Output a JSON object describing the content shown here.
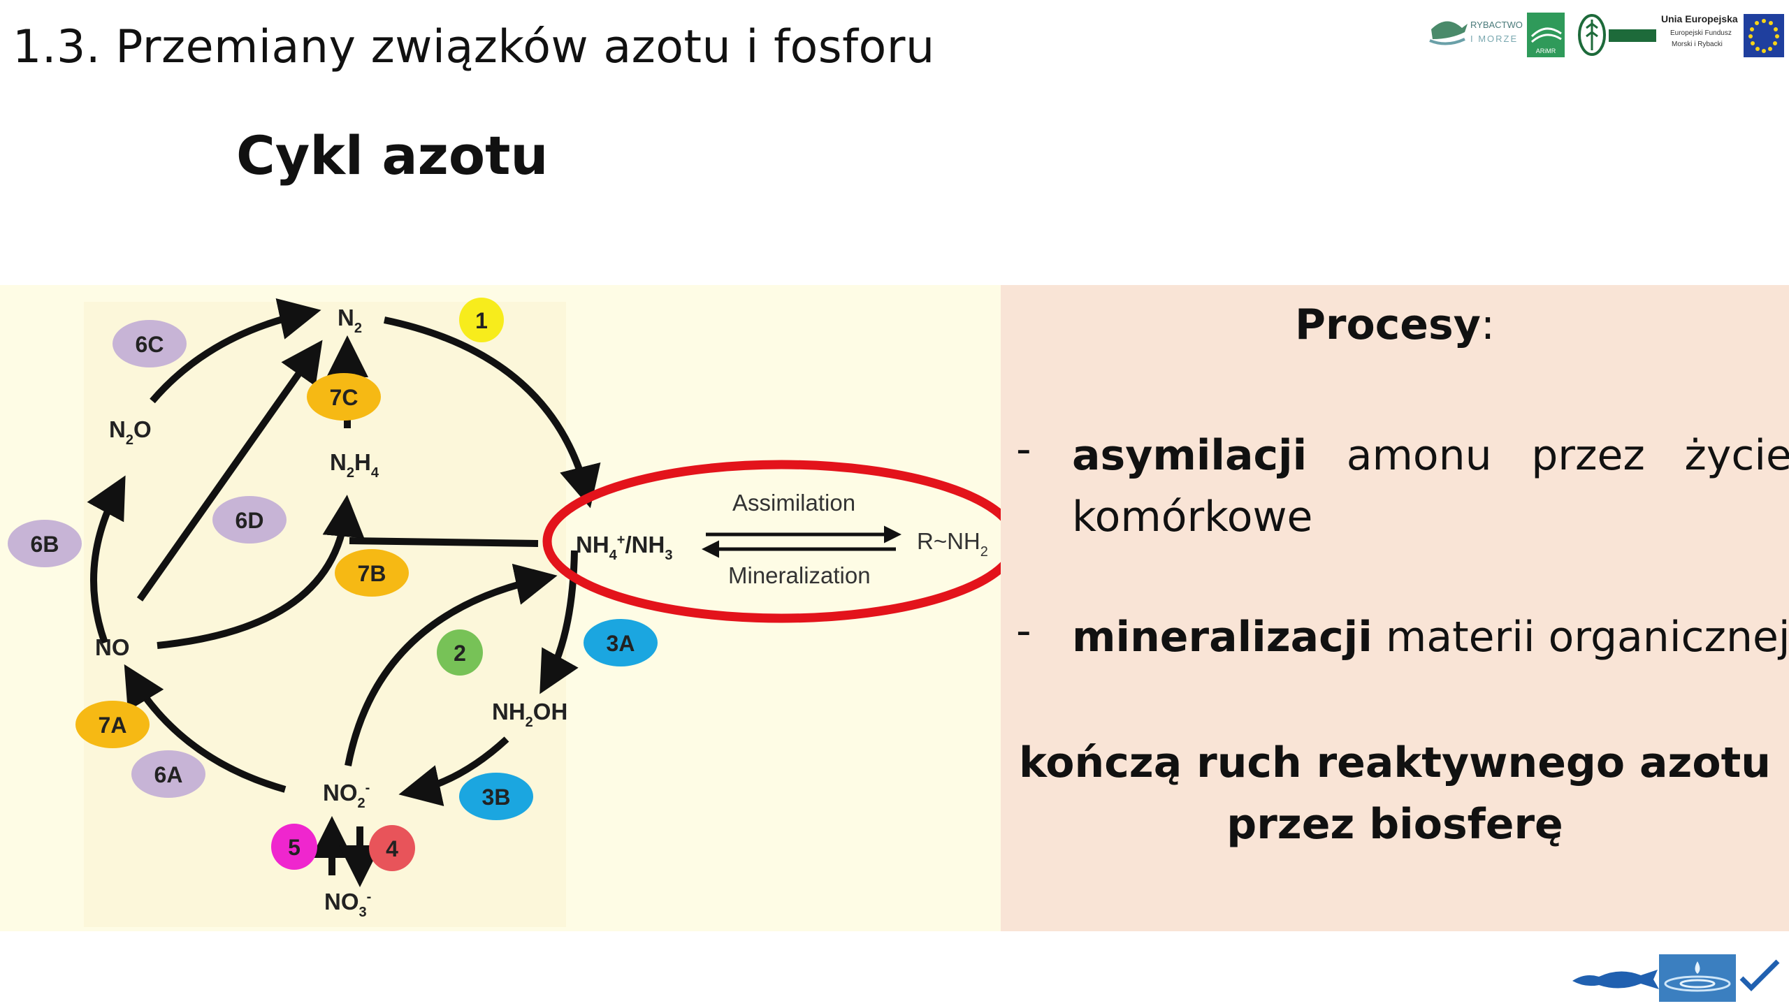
{
  "header": {
    "title": "1.3. Przemiany związków azotu i fosforu",
    "subtitle": "Cykl azotu"
  },
  "logos": {
    "rybactwo_line1": "RYBACTWO",
    "rybactwo_line2": "I MORZE",
    "arimr": "ARiMR",
    "eu_line1": "Unia Europejska",
    "eu_line2": "Europejski Fundusz",
    "eu_line3": "Morski i Rybacki"
  },
  "diagram": {
    "compounds": {
      "n2": "N",
      "n2_sub": "2",
      "n2o_n": "N",
      "n2o_sub": "2",
      "n2o_o": "O",
      "n2h4_n": "N",
      "n2h4_sub1": "2",
      "n2h4_h": "H",
      "n2h4_sub2": "4",
      "no": "NO",
      "nh4": "NH",
      "nh4_sub": "4",
      "nh4_sup": "+",
      "nh3": "/NH",
      "nh3_sub": "3",
      "nh2oh_nh": "NH",
      "nh2oh_sub": "2",
      "nh2oh_oh": "OH",
      "no2": "NO",
      "no2_sub": "2",
      "no2_sup": "-",
      "no3": "NO",
      "no3_sub": "3",
      "no3_sup": "-",
      "rnh2": "R~NH",
      "rnh2_sub": "2"
    },
    "assimilation": "Assimilation",
    "mineralization": "Mineralization",
    "badges": {
      "b1": "1",
      "b2": "2",
      "b3a": "3A",
      "b3b": "3B",
      "b4": "4",
      "b5": "5",
      "b6a": "6A",
      "b6b": "6B",
      "b6c": "6C",
      "b6d": "6D",
      "b7a": "7A",
      "b7b": "7B",
      "b7c": "7C"
    },
    "colors": {
      "yellow": "#f7ec1c",
      "orange": "#f6b914",
      "purple": "#c7b4d6",
      "blue": "#1ba6e0",
      "green": "#77c257",
      "magenta": "#ef26ce",
      "red": "#e8545a",
      "highlight_ring": "#e3131b"
    }
  },
  "processes": {
    "title_bold": "Procesy",
    "title_colon": ":",
    "bullet_dash": "-",
    "item1_bold": "asymilacji",
    "item1_w2": "amonu",
    "item1_w3": "przez",
    "item1_w4": "życie",
    "item1_line2": "komórkowe",
    "item2_bold": "mineralizacji",
    "item2_rest": " materii organicznej",
    "conclusion_line1": "kończą ruch reaktywnego azotu",
    "conclusion_line2": "przez biosferę"
  }
}
